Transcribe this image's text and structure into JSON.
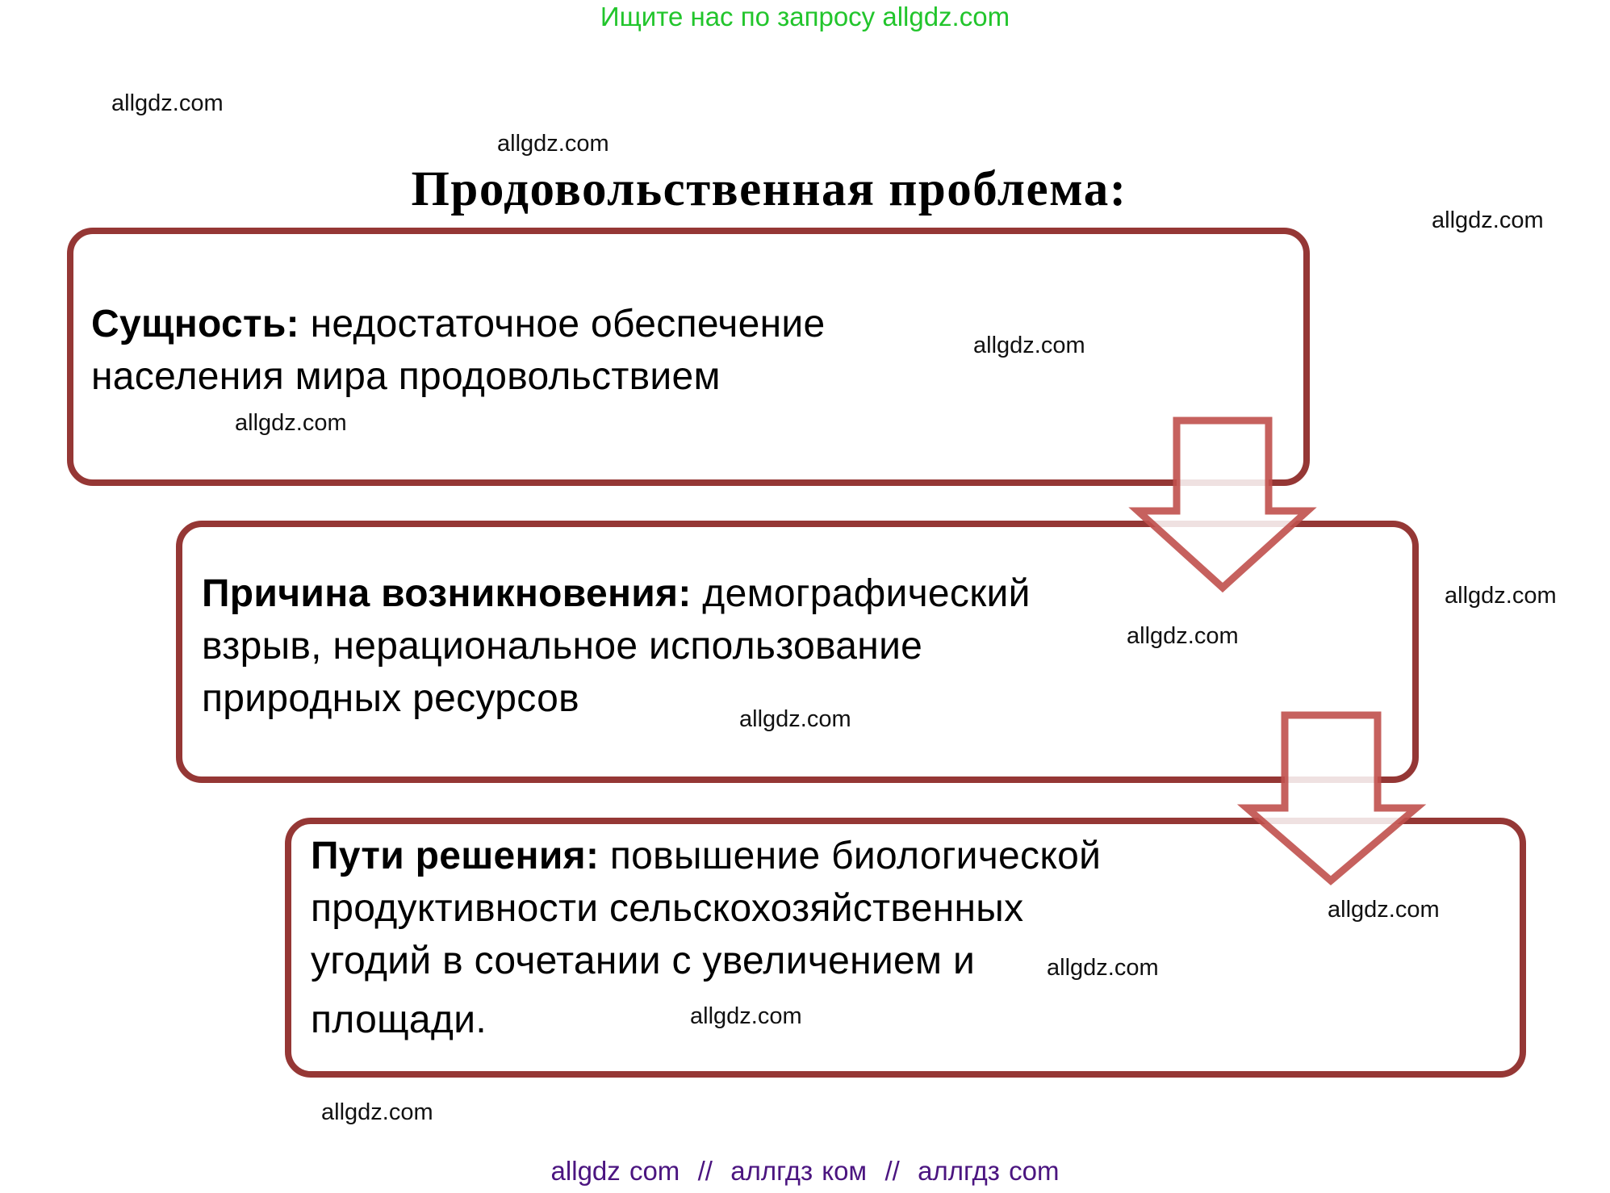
{
  "header": {
    "promo_text": "Ищите нас по запросу allgdz.com",
    "promo_color": "#22c52c"
  },
  "diagram": {
    "title": "Продовольственная проблема:",
    "border_color": "#953735",
    "arrow_color": "#c0504d",
    "boxes": [
      {
        "label": "Сущность:",
        "line1_rest": " недостаточное обеспечение",
        "lines": [
          "населения мира продовольствием"
        ]
      },
      {
        "label": "Причина возникновения:",
        "line1_rest": " демографический",
        "lines": [
          "взрыв, нерациональное использование",
          "природных ресурсов"
        ]
      },
      {
        "label": "Пути решения:",
        "line1_rest": " повышение биологической",
        "lines": [
          "продуктивности сельскохозяйственных",
          "угодий в сочетании с увеличением и",
          "площади."
        ]
      }
    ],
    "arrows": [
      {
        "from": "box-essence",
        "to": "box-cause",
        "direction": "down"
      },
      {
        "from": "box-cause",
        "to": "box-solutions",
        "direction": "down"
      }
    ]
  },
  "watermarks": [
    {
      "text": "allgdz.com"
    },
    {
      "text": "allgdz.com"
    },
    {
      "text": "allgdz.com"
    },
    {
      "text": "allgdz.com"
    },
    {
      "text": "allgdz.com"
    },
    {
      "text": "allgdz.com"
    },
    {
      "text": "allgdz.com"
    },
    {
      "text": "allgdz.com"
    },
    {
      "text": "allgdz.com"
    },
    {
      "text": "allgdz.com"
    },
    {
      "text": "allgdz.com"
    },
    {
      "text": "allgdz.com"
    }
  ],
  "footer": {
    "promo_text": "allgdz com  //  аллгдз ком  //  аллгдз com",
    "promo_color": "#4b1580"
  }
}
